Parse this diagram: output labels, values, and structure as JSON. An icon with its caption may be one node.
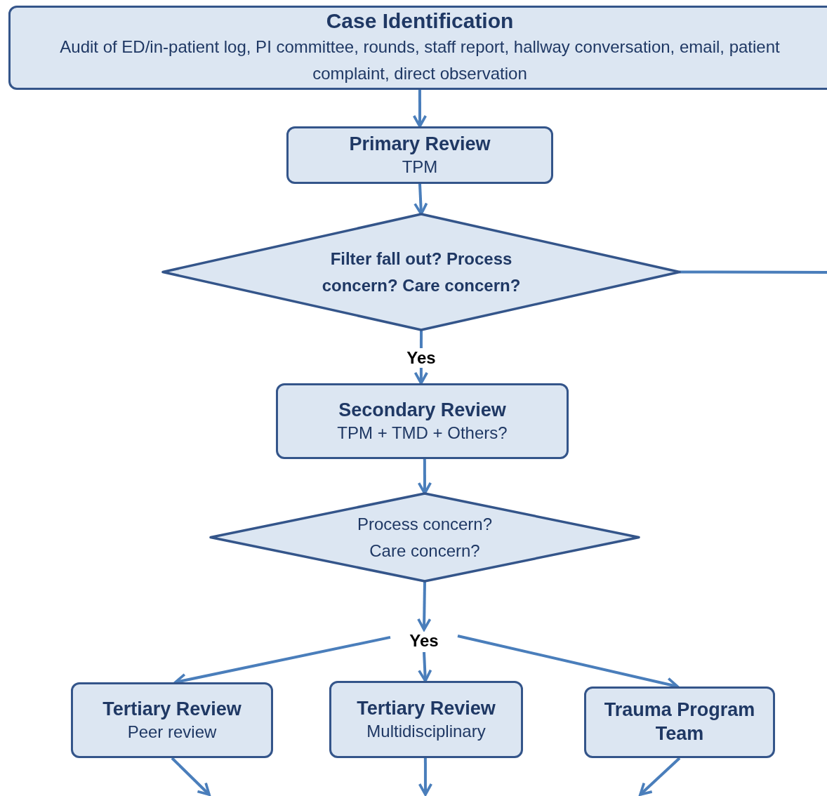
{
  "diagram": {
    "nodes": [
      {
        "text": [
          "Case Identification",
          "Audit of ED/in-patient log, PI committee, rounds, staff report, hallway conversation, email, patient complaint, direct observation"
        ]
      },
      {
        "text": [
          "Primary Review",
          "TPM"
        ]
      },
      {
        "text": [
          "Filter fall out? Process concern? Care concern?"
        ]
      },
      {
        "text": [
          "Secondary Review",
          "TPM + TMD + Others?"
        ]
      },
      {
        "text": [
          "Process concern? Care concern?"
        ]
      },
      {
        "text": [
          "Yes"
        ]
      },
      {
        "text": [
          "Tertiary Review",
          "Peer review"
        ]
      },
      {
        "text": [
          "Tertiary Review",
          "Multidisciplinary"
        ]
      },
      {
        "text": [
          "Trauma Program Team"
        ]
      }
    ],
    "edges": [
      {
        "from": 0,
        "to": 1,
        "arrow": "to"
      },
      {
        "from": 1,
        "to": 2,
        "arrow": "to"
      },
      {
        "from": 2,
        "to": 3,
        "arrow": "to",
        "label": "Yes"
      },
      {
        "from": 3,
        "to": 4,
        "arrow": "to"
      },
      {
        "from": 4,
        "to": 5,
        "arrow": "to"
      },
      {
        "from": 5,
        "to": 6,
        "arrow": "to"
      },
      {
        "from": 5,
        "to": 7,
        "arrow": "to"
      },
      {
        "from": 5,
        "to": 8,
        "arrow": "to"
      },
      {
        "from": 6,
        "to": null,
        "arrow": "to"
      },
      {
        "from": 7,
        "to": null,
        "arrow": "to"
      },
      {
        "from": 8,
        "to": null,
        "arrow": "to"
      },
      {
        "from": 2,
        "to": null,
        "arrow": "none"
      }
    ]
  }
}
